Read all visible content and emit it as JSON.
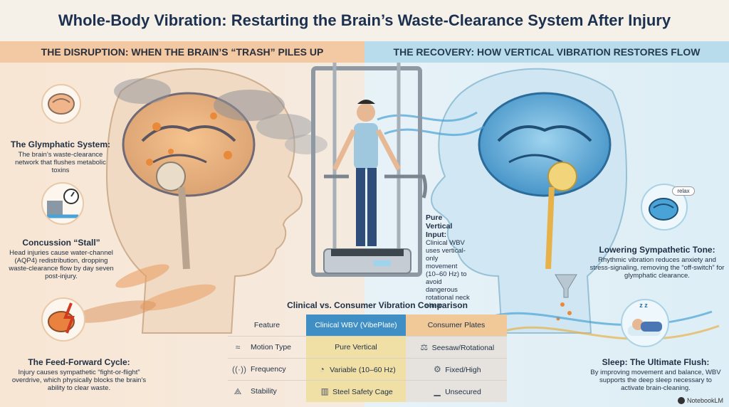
{
  "title": "Whole-Body Vibration: Restarting the Brain’s Waste-Clearance System After Injury",
  "left_band": "THE DISRUPTION: WHEN THE BRAIN’S “TRASH” PILES UP",
  "right_band": "THE RECOVERY: HOW VERTICAL VIBRATION RESTORES FLOW",
  "left_captions": [
    {
      "heading": "The Glymphatic System:",
      "body": "The brain’s waste-clearance network that flushes metabolic toxins"
    },
    {
      "heading": "Concussion “Stall”",
      "body": "Head injuries cause water-channel (AQP4) redistribution, dropping waste-clearance flow by day seven post-injury."
    },
    {
      "heading": "The Feed-Forward Cycle:",
      "body": "Injury causes sympathetic “fight-or-flight” overdrive, which physically blocks the brain’s ability to clear waste."
    }
  ],
  "right_captions": [
    {
      "heading": "Lowering Sympathetic Tone:",
      "body": "Rhythmic vibration reduces anxiety and stress-signaling, removing the “off-switch” for glymphatic clearance."
    },
    {
      "heading": "Sleep: The Ultimate Flush:",
      "body": "By improving movement and balance, WBV supports the deep sleep necessary to activate brain-cleaning."
    }
  ],
  "relax_label": "relax",
  "sleep_label": "z z",
  "vertical_input": {
    "heading": "Pure Vertical Input:",
    "body": "Clinical WBV uses vertical-only movement (10–60 Hz) to avoid dangerous rotational neck shear."
  },
  "table": {
    "title": "Clinical vs. Consumer Vibration Comparison",
    "headers": [
      "Feature",
      "Clinical WBV (VibePlate)",
      "Consumer Plates"
    ],
    "rows": [
      {
        "feature": "Motion Type",
        "clinical": "Pure Vertical",
        "consumer": "Seesaw/Rotational",
        "icon": "wave-icon",
        "consumer_icon": "seesaw-icon"
      },
      {
        "feature": "Frequency",
        "clinical": "Variable (10–60 Hz)",
        "consumer": "Fixed/High",
        "icon": "signal-icon",
        "clinical_icon": "gauge-icon",
        "consumer_icon": "gear-icon"
      },
      {
        "feature": "Stability",
        "clinical": "Steel Safety Cage",
        "consumer": "Unsecured",
        "icon": "triangle-stand-icon",
        "clinical_icon": "cage-icon",
        "consumer_icon": "plate-icon"
      }
    ]
  },
  "brand": "NotebookLM",
  "colors": {
    "left_band": "#f3c9a4",
    "right_band": "#b9dcec",
    "clinical_header": "#3f8fc5",
    "consumer_header": "#f1c998",
    "toxin_orange": "#e88a3a",
    "flow_blue": "#4aa3d6"
  }
}
